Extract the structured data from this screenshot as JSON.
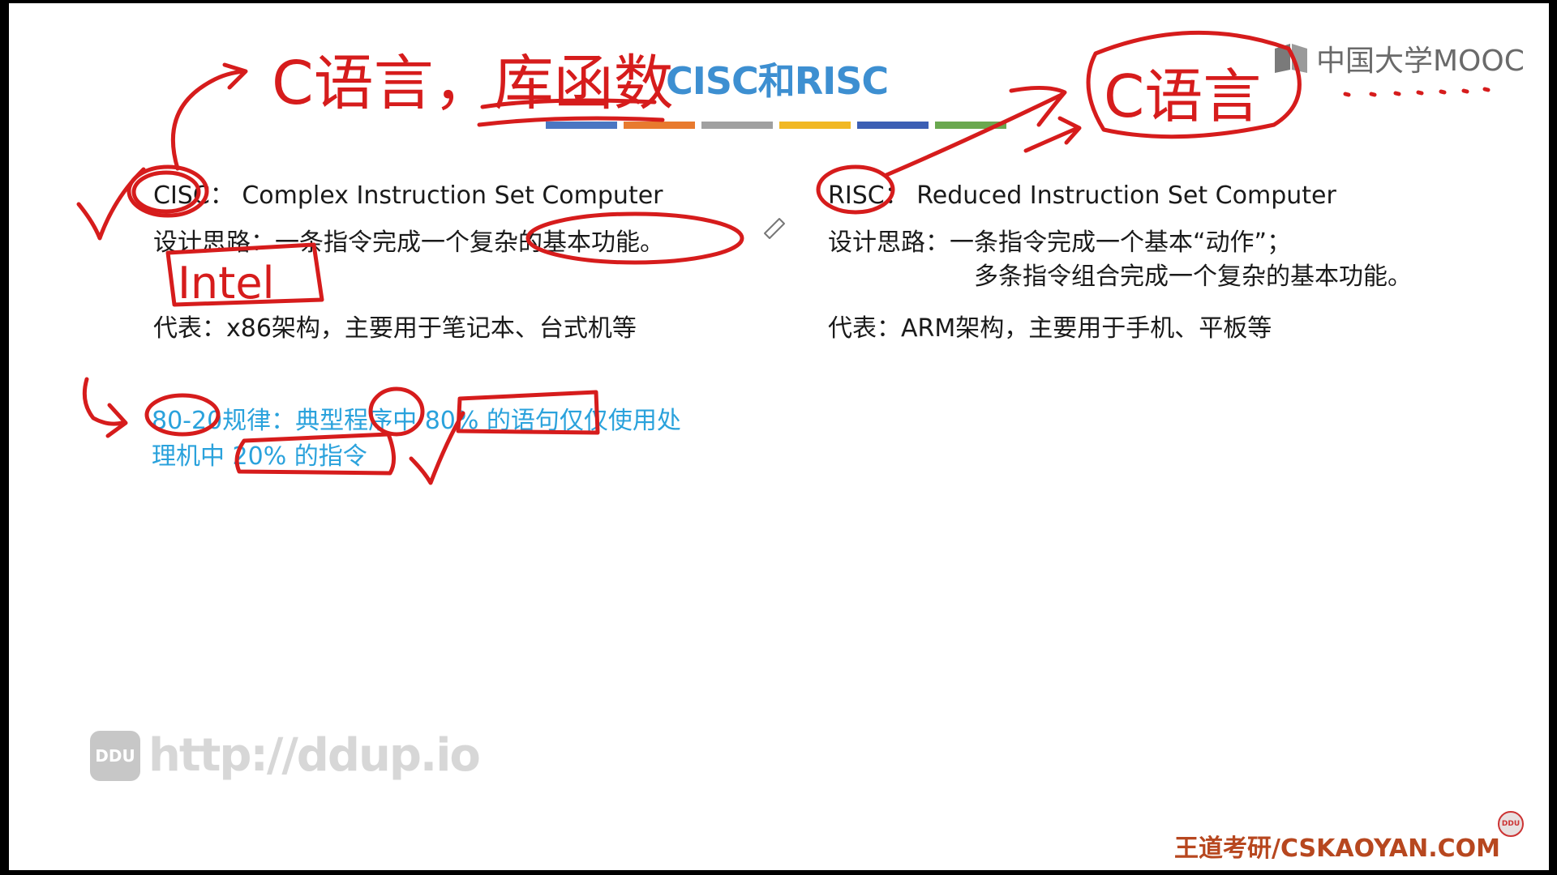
{
  "slide": {
    "title": "CISC和RISC",
    "brand": "中国大学MOOC",
    "deco_colors": [
      "#4a76c2",
      "#e87a2e",
      "#a0a0a0",
      "#f1b824",
      "#3c5fb4",
      "#6aa84f"
    ],
    "cisc": {
      "label": "CISC：",
      "full_name": "Complex Instruction Set Computer",
      "design": "设计思路：一条指令完成一个复杂的基本功能。",
      "representative": "代表：x86架构，主要用于笔记本、台式机等"
    },
    "risc": {
      "label": "RISC：",
      "full_name": "Reduced Instruction Set Computer",
      "design_1": "设计思路：一条指令完成一个基本“动作”；",
      "design_2": "多条指令组合完成一个复杂的基本功能。",
      "representative": "代表：ARM架构，主要用于手机、平板等"
    },
    "rule_line_1": "80-20规律：典型程序中 80% 的语句仅仅使用处",
    "rule_line_2": "理机中 20% 的指令",
    "watermark_logo": "DDU",
    "watermark_url": "http://ddup.io",
    "footer": "王道考研/CSKAOYAN.COM",
    "corner_badge": "DDU"
  },
  "annotations": {
    "top_left_note": "C语言，库函数",
    "top_right_note": "C语言",
    "cisc_side_note": "Intel",
    "ink_color": "#d61c1c",
    "colors": {
      "accent": "#3d8fd1",
      "highlight": "#2aa2dc",
      "footer": "#b7471f"
    }
  }
}
